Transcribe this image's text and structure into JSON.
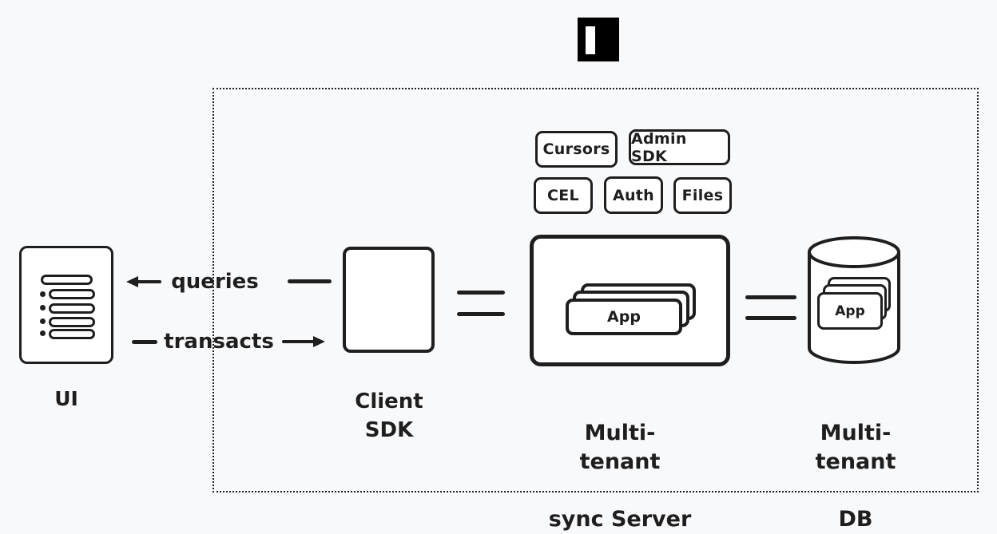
{
  "diagram": {
    "logo": {
      "icon": "instant-logo-icon"
    },
    "features": [
      {
        "label": "Cursors"
      },
      {
        "label": "Admin SDK"
      },
      {
        "label": "CEL"
      },
      {
        "label": "Auth"
      },
      {
        "label": "Files"
      }
    ],
    "nodes": {
      "ui": {
        "label": "UI",
        "icon": "list-icon"
      },
      "client_sdk": {
        "label": "Client SDK"
      },
      "sync_server": {
        "label_line1": "Multi-tenant",
        "label_line2": "sync Server",
        "card_label": "App",
        "icon": "stacked-cards-icon"
      },
      "db": {
        "label_line1": "Multi-tenant",
        "label_line2": "DB",
        "card_label": "App",
        "icon": "database-cylinder-icon"
      }
    },
    "edges": {
      "queries": {
        "label": "queries",
        "direction": "left"
      },
      "transacts": {
        "label": "transacts",
        "direction": "right"
      }
    },
    "colors": {
      "stroke": "#1e1e1e",
      "fill": "#ffffff",
      "background": "#f8f9fb",
      "logo_black": "#000000"
    }
  }
}
